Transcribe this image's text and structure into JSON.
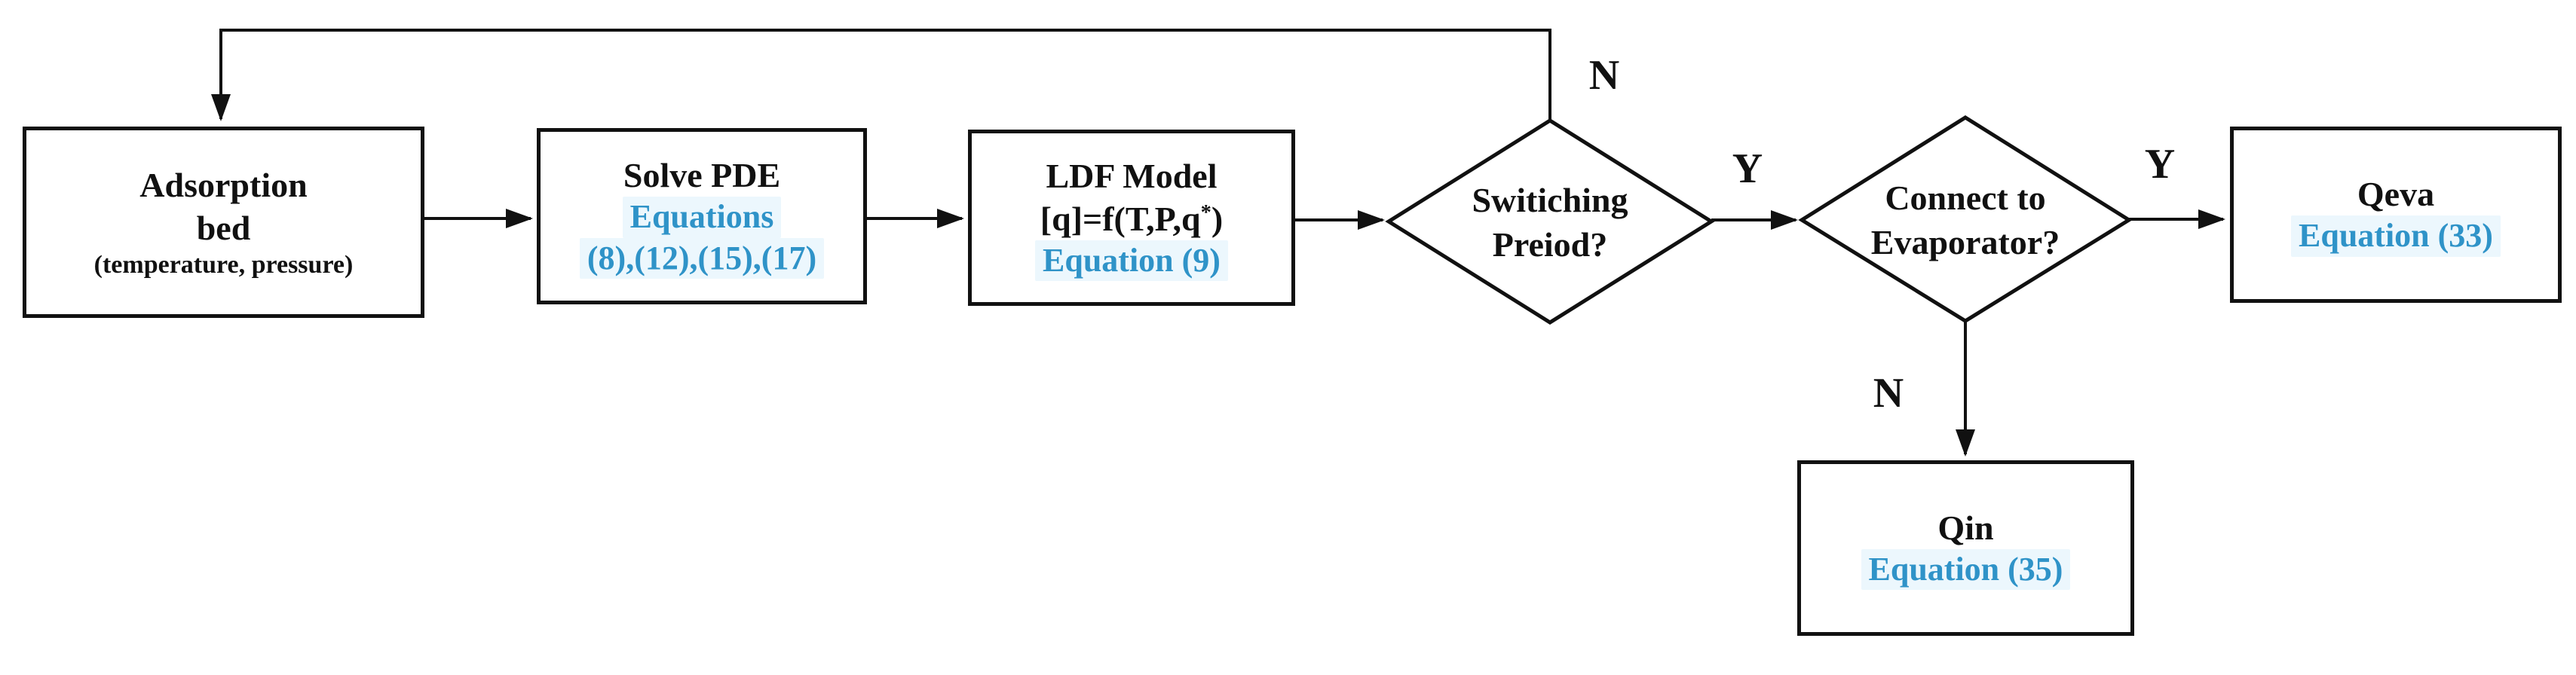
{
  "figure": {
    "type": "flowchart",
    "background": "#ffffff",
    "line_color": "#111111",
    "text_color": "#111111",
    "accent_color": "#2f93c8",
    "accent_wash": "#ecf7fd"
  },
  "nodes": {
    "adsorption_bed": {
      "line1": "Adsorption",
      "line2": "bed",
      "line3": "(temperature, pressure)"
    },
    "solve_pde": {
      "title": "Solve PDE",
      "eq_line1": "Equations",
      "eq_line2": "(8),(12),(15),(17)"
    },
    "ldf_model": {
      "title": "LDF Model",
      "formula_pre": "[q]=f(T,P,q",
      "formula_sup": "*",
      "formula_post": ")",
      "eq": "Equation (9)"
    },
    "switching_period": {
      "line1": "Switiching",
      "line2": "Preiod?"
    },
    "connect_evaporator": {
      "line1": "Connect to",
      "line2": "Evaporator?"
    },
    "qeva": {
      "title": "Qeva",
      "eq": "Equation (33)"
    },
    "qin": {
      "title": "Qin",
      "eq": "Equation (35)"
    }
  },
  "edge_labels": {
    "switching_no": "N",
    "switching_yes": "Y",
    "evaporator_yes": "Y",
    "evaporator_no": "N"
  }
}
